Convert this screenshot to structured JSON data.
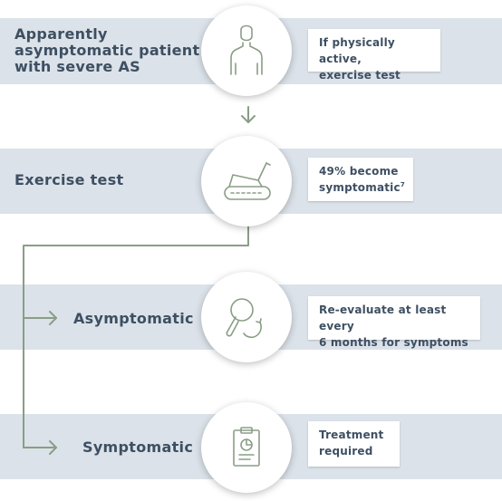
{
  "steps": {
    "patient": {
      "title_line1": "Apparently",
      "title_line2": "asymptomatic patient",
      "title_line3": "with severe AS",
      "note_line1": "If physically active,",
      "note_line2": "exercise test",
      "icon": "person-torso-icon"
    },
    "exercise": {
      "title": "Exercise test",
      "note_line1": "49% become",
      "note_line2": "symptomatic",
      "note_ref": "7",
      "icon": "treadmill-icon"
    },
    "asymptomatic": {
      "title": "Asymptomatic",
      "note_line1": "Re-evaluate at least every",
      "note_line2": "6 months for symptoms",
      "icon": "magnifier-refresh-icon"
    },
    "symptomatic": {
      "title": "Symptomatic",
      "note_line1": "Treatment",
      "note_line2": "required",
      "icon": "clipboard-chart-icon"
    }
  },
  "colors": {
    "band": "#dbe2e9",
    "text": "#3e4f62",
    "connector": "#8a9e86",
    "icon": "#8a9e86"
  }
}
